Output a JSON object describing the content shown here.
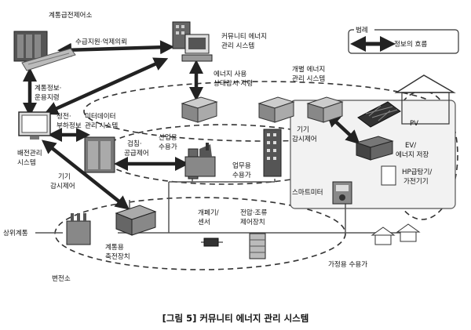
{
  "labels": {
    "grid_control_center": "계통급전제어소",
    "supply_support": "수급지원·억제의뢰",
    "community_ems": [
      "커뮤니티 에너지",
      "관리 시스템"
    ],
    "grid_info": [
      "계통정보·",
      "운용지령"
    ],
    "energy_usage": [
      "에너지 사용",
      "상태감시·지령"
    ],
    "individual_ems": [
      "개별 에너지",
      "관리 시스템"
    ],
    "outage_load": [
      "정전·",
      "부하정보"
    ],
    "meter_data": [
      "미터데이터",
      "관리 시스템"
    ],
    "industrial": [
      "산업용",
      "수용가"
    ],
    "metering": [
      "검침·",
      "공급제어"
    ],
    "dms": [
      "배전관리",
      "시스템"
    ],
    "device_monitor_left": [
      "기기",
      "감시제어"
    ],
    "device_monitor_right": [
      "기기",
      "감시제어"
    ],
    "commercial": [
      "업무용",
      "수용가"
    ],
    "pv": "PV",
    "ev_storage": [
      "EV/",
      "에너지 저장"
    ],
    "hp_appliance": [
      "HP급탕기/",
      "가전기기"
    ],
    "smart_meter": "스마트미터",
    "switch_sensor": [
      "개폐기/",
      "센서"
    ],
    "voltage_control": [
      "전압·조류",
      "제어장치"
    ],
    "upper_grid": "상위계통",
    "grid_storage": [
      "계통용",
      "축전장치"
    ],
    "substation": "변전소",
    "household": "가정용 수용가"
  },
  "legend": {
    "title": "범례",
    "flow": "정보의 흐름"
  },
  "caption": "[그림 5] 커뮤니티 에너지 관리 시스템"
}
